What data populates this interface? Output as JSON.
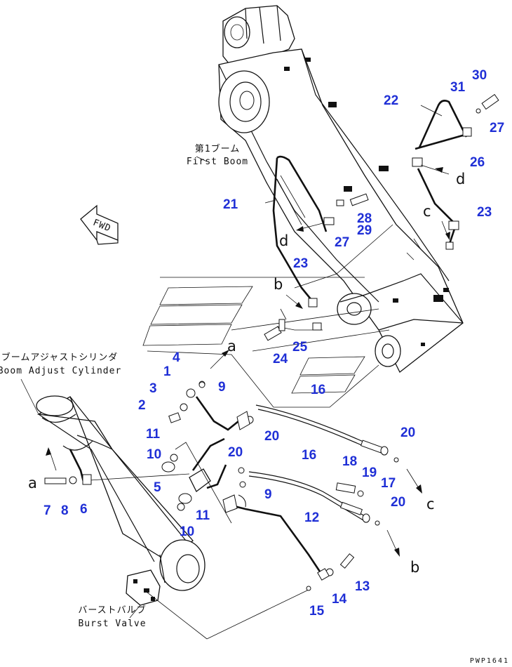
{
  "labels": {
    "first_boom_jp": "第1ブーム",
    "first_boom_en": "First Boom",
    "cyl_jp": "ブームアジャストシリンダ",
    "cyl_en": "Boom Adjust Cylinder",
    "valve_jp": "バーストバルブ",
    "valve_en": "Burst Valve",
    "fwd": "FWD",
    "code": "PWP1641"
  },
  "letters": [
    "a",
    "a",
    "b",
    "b",
    "c",
    "c",
    "d",
    "d"
  ],
  "callouts": [
    "1",
    "2",
    "3",
    "4",
    "5",
    "6",
    "7",
    "8",
    "9",
    "9",
    "10",
    "10",
    "11",
    "11",
    "12",
    "13",
    "14",
    "15",
    "16",
    "16",
    "17",
    "18",
    "19",
    "20",
    "20",
    "20",
    "20",
    "21",
    "22",
    "23",
    "23",
    "24",
    "25",
    "26",
    "27",
    "27",
    "28",
    "29",
    "30",
    "31"
  ],
  "colors": {
    "callout": "#1f2fd6",
    "line": "#111111"
  }
}
